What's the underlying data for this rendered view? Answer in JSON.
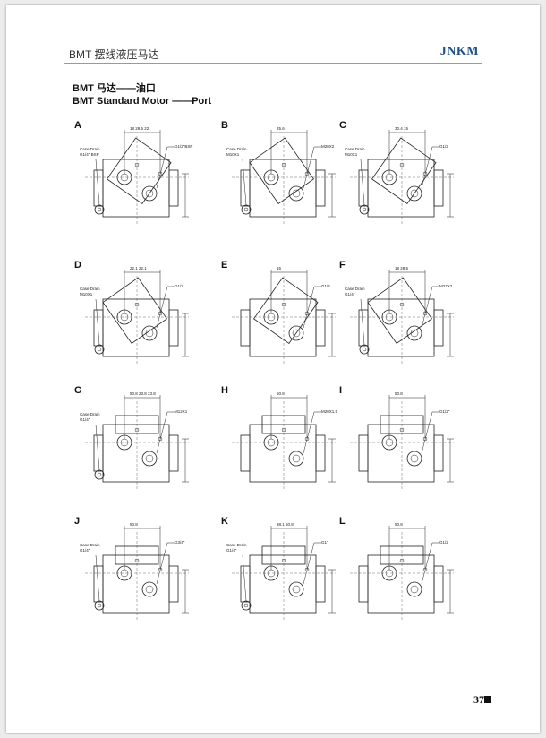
{
  "header": {
    "title": "BMT 摆线液压马达",
    "brand": "JNKM"
  },
  "subtitle_cn": "BMT 马达——油口",
  "subtitle_en": "BMT Standard Motor ——Port",
  "figures": [
    {
      "letter": "A",
      "case_drain_label": "Case Drain",
      "case_drain_thread": "G1/4\" BSP",
      "port_thread": "G1/2\"BSP",
      "dims": [
        "18",
        "28.5",
        "22"
      ]
    },
    {
      "letter": "B",
      "case_drain_label": "Case Drain",
      "case_drain_thread": "M10X1",
      "port_thread": "M20X2",
      "dims": [
        "25.6"
      ]
    },
    {
      "letter": "C",
      "case_drain_label": "Case Drain",
      "case_drain_thread": "M10X1",
      "port_thread": "G1/2",
      "dims": [
        "30.4",
        "15"
      ]
    },
    {
      "letter": "D",
      "case_drain_label": "Case Drain",
      "case_drain_thread": "M10X1",
      "port_thread": "G1/2",
      "dims": [
        "22.1",
        "22.1"
      ]
    },
    {
      "letter": "E",
      "case_drain_label": "",
      "case_drain_thread": "",
      "port_thread": "G1/2",
      "dims": [
        "15"
      ]
    },
    {
      "letter": "F",
      "case_drain_label": "Case Drain",
      "case_drain_thread": "G1/4\"",
      "port_thread": "M27X2",
      "dims": [
        "18",
        "28.5"
      ]
    },
    {
      "letter": "G",
      "case_drain_label": "Case Drain",
      "case_drain_thread": "G1/4\"",
      "port_thread": "M12X1",
      "dims": [
        "50.8",
        "23.8",
        "23.8"
      ]
    },
    {
      "letter": "H",
      "case_drain_label": "",
      "case_drain_thread": "",
      "port_thread": "M20X1.5",
      "dims": [
        "50.8"
      ]
    },
    {
      "letter": "I",
      "case_drain_label": "",
      "case_drain_thread": "",
      "port_thread": "G1/2\"",
      "dims": [
        "50.8"
      ]
    },
    {
      "letter": "J",
      "case_drain_label": "Case Drain",
      "case_drain_thread": "G1/4\"",
      "port_thread": "G3/4\"",
      "dims": [
        "50.8"
      ]
    },
    {
      "letter": "K",
      "case_drain_label": "Case Drain",
      "case_drain_thread": "G1/4\"",
      "port_thread": "G1\"",
      "dims": [
        "38.1",
        "50.8"
      ]
    },
    {
      "letter": "L",
      "case_drain_label": "",
      "case_drain_thread": "",
      "port_thread": "G1/2",
      "dims": [
        "50.8"
      ]
    }
  ],
  "page_number": "37"
}
